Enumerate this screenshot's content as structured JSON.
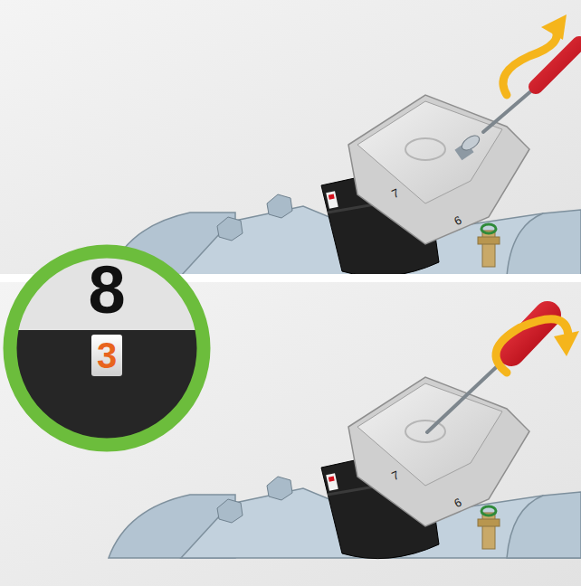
{
  "diagram": {
    "nodes": [
      {
        "text": [
          "8",
          "3"
        ]
      }
    ],
    "labels": [
      "7",
      "6",
      "7",
      "6"
    ]
  }
}
